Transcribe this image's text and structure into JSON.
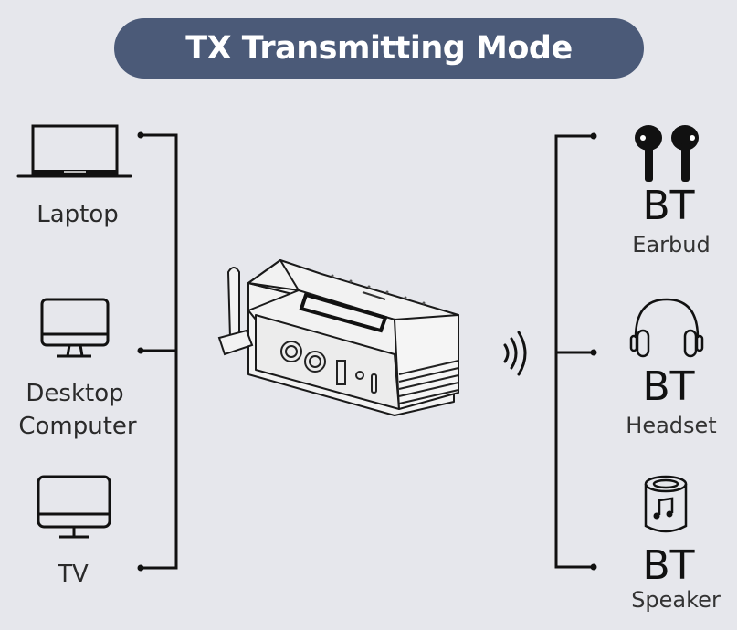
{
  "title": "TX Transmitting Mode",
  "colors": {
    "banner": "#4b5a78",
    "background": "#e6e7ec",
    "line": "#111111"
  },
  "sources": [
    {
      "icon": "laptop-icon",
      "label": "Laptop"
    },
    {
      "icon": "desktop-monitor-icon",
      "label_line1": "Desktop",
      "label_line2": "Computer"
    },
    {
      "icon": "tv-icon",
      "label": "TV"
    }
  ],
  "device": {
    "icon": "bluetooth-transmitter-device",
    "signal_icon": "wireless-signal-icon"
  },
  "outputs": [
    {
      "icon": "earbuds-icon",
      "prefix": "BT",
      "label": "Earbud"
    },
    {
      "icon": "headphones-icon",
      "prefix": "BT",
      "label": "Headset"
    },
    {
      "icon": "speaker-icon",
      "prefix": "BT",
      "label": "Speaker"
    }
  ]
}
